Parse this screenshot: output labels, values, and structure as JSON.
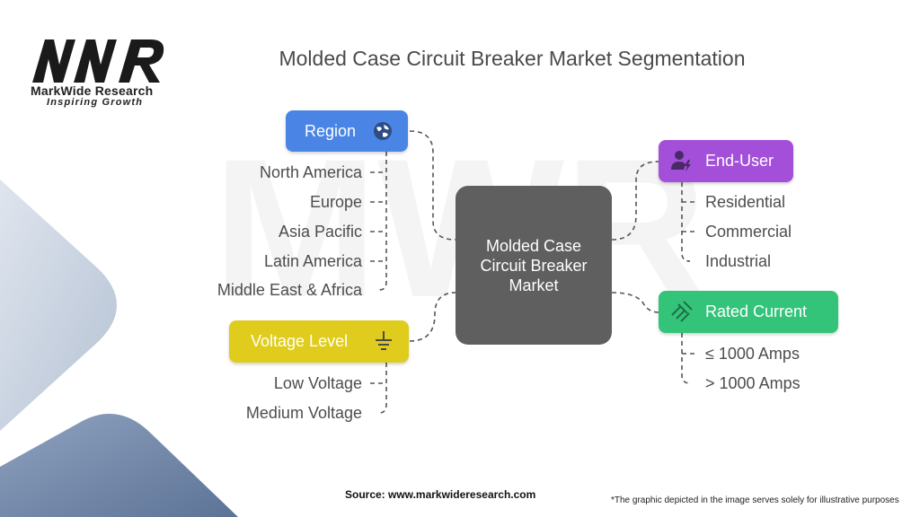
{
  "logo": {
    "mark": "MWR",
    "name": "MarkWide Research",
    "tagline": "Inspiring Growth"
  },
  "title": "Molded Case Circuit Breaker Market Segmentation",
  "center": {
    "label": "Molded Case Circuit Breaker Market"
  },
  "segments": {
    "region": {
      "label": "Region",
      "color": "#4a85e6",
      "icon": "globe-icon",
      "items": [
        "North America",
        "Europe",
        "Asia Pacific",
        "Latin America",
        "Middle East & Africa"
      ]
    },
    "voltage_level": {
      "label": "Voltage Level",
      "color": "#e0cc1c",
      "icon": "ground-icon",
      "items": [
        "Low Voltage",
        "Medium Voltage"
      ]
    },
    "end_user": {
      "label": "End-User",
      "color": "#a34fd9",
      "icon": "user-lightning-icon",
      "items": [
        "Residential",
        "Commercial",
        "Industrial"
      ]
    },
    "rated_current": {
      "label": "Rated Current",
      "color": "#33c47a",
      "icon": "current-waves-icon",
      "items": [
        "≤ 1000 Amps",
        "> 1000 Amps"
      ]
    }
  },
  "footer": {
    "source": "Source: www.markwideresearch.com",
    "disclaimer": "*The graphic depicted in the image serves solely for illustrative purposes"
  }
}
